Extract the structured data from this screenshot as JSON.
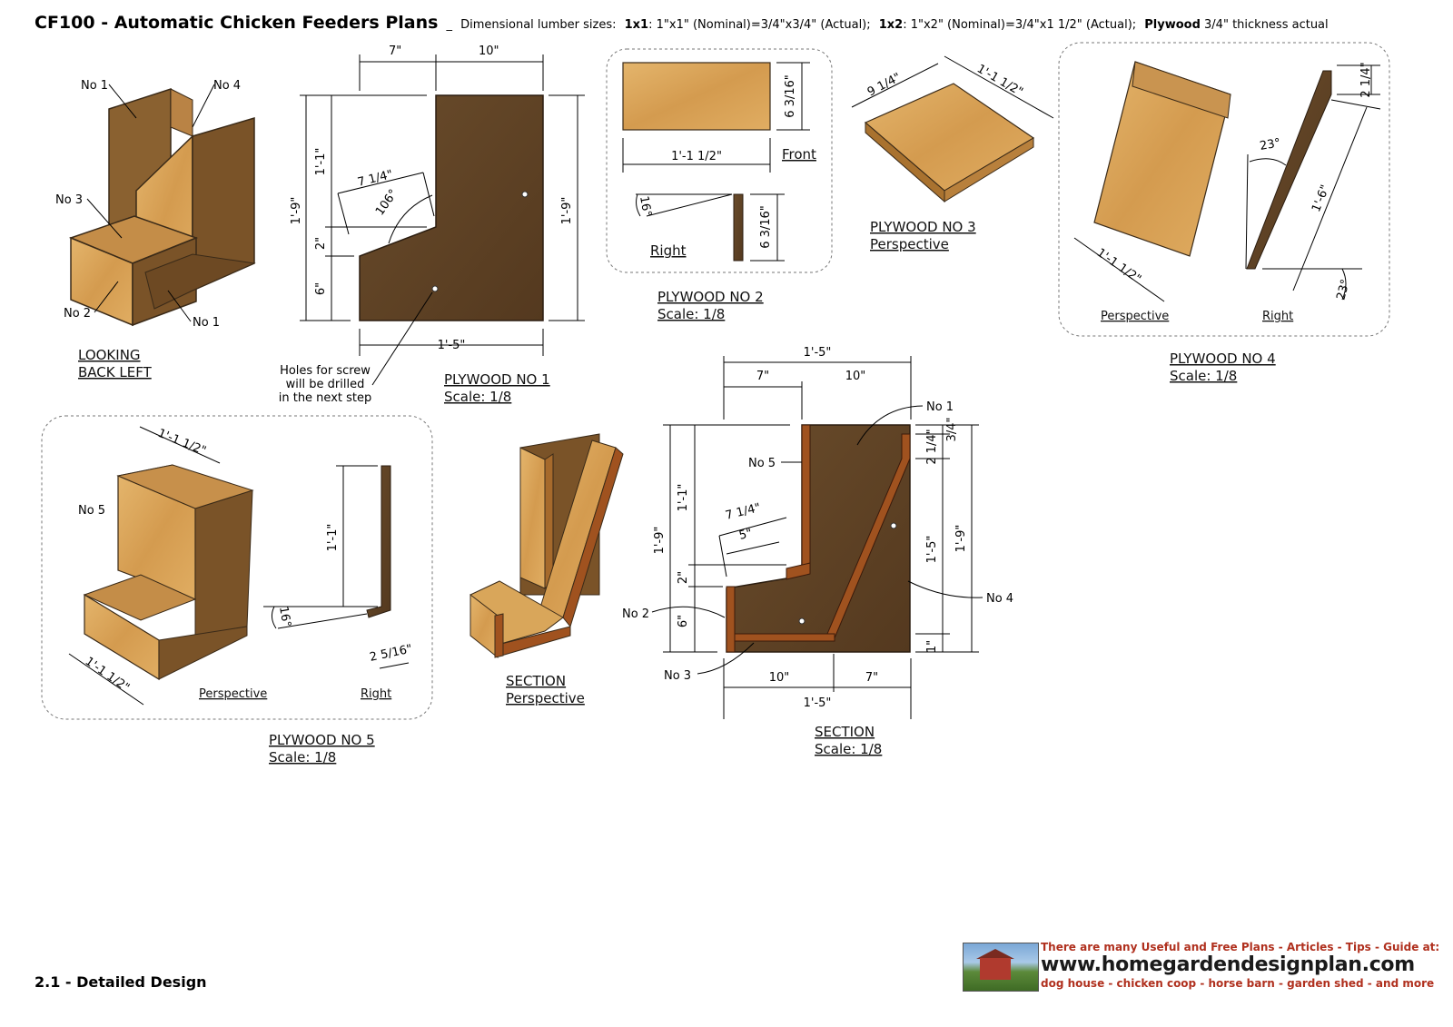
{
  "header": {
    "title": "CF100 - Automatic Chicken Feeders Plans",
    "sep": "_",
    "lumber_prefix": "Dimensional lumber sizes:",
    "k1": "1x1",
    "v1": ": 1\"x1\" (Nominal)=3/4\"x3/4\" (Actual);",
    "k2": "1x2",
    "v2": ": 1\"x2\" (Nominal)=3/4\"x1 1/2\" (Actual);",
    "k3": "Plywood",
    "v3": "3/4\" thickness actual"
  },
  "views": {
    "looking_back_left": {
      "caption1": "LOOKING",
      "caption2": "BACK LEFT",
      "labels": [
        "No 1",
        "No 4",
        "No 3",
        "No 2",
        "No 1"
      ]
    },
    "plywood1": {
      "caption": "PLYWOOD NO 1",
      "scale": "Scale: 1/8",
      "dims": [
        "7\"",
        "10\"",
        "1'-1\"",
        "1'-9\"",
        "2\"",
        "6\"",
        "7 1/4\"",
        "106°",
        "1'-9\"",
        "1'-5\""
      ],
      "note1": "Holes for screw",
      "note2": "will be drilled",
      "note3": "in the next step"
    },
    "plywood2": {
      "caption": "PLYWOOD NO 2",
      "scale": "Scale: 1/8",
      "front": "Front",
      "right": "Right",
      "dims": [
        "6 3/16\"",
        "1'-1 1/2\"",
        "16°",
        "6 3/16\""
      ]
    },
    "plywood3": {
      "caption1": "PLYWOOD NO 3",
      "caption2": "Perspective",
      "dims": [
        "9 1/4\"",
        "1'-1 1/2\""
      ]
    },
    "plywood4": {
      "caption": "PLYWOOD NO 4",
      "scale": "Scale: 1/8",
      "perspective": "Perspective",
      "right": "Right",
      "dims": [
        "2 1/4\"",
        "23°",
        "1'-6\"",
        "1'-1 1/2\"",
        "23°"
      ]
    },
    "plywood5": {
      "caption": "PLYWOOD NO 5",
      "scale": "Scale: 1/8",
      "perspective": "Perspective",
      "right": "Right",
      "label": "No 5",
      "dims": [
        "1'-1 1/2\"",
        "1'-1 1/2\"",
        "1'-1\"",
        "16°",
        "2 5/16\""
      ]
    },
    "section_persp": {
      "caption1": "SECTION",
      "caption2": "Perspective"
    },
    "section": {
      "caption": "SECTION",
      "scale": "Scale: 1/8",
      "labels": [
        "No 1",
        "No 5",
        "No 4",
        "No 2",
        "No 3"
      ],
      "dims": [
        "1'-5\"",
        "7\"",
        "10\"",
        "1'-1\"",
        "1'-9\"",
        "7 1/4\"",
        "5\"",
        "2\"",
        "6\"",
        "2 1/4\"",
        "3/4\"",
        "1'-5\"",
        "1'-9\"",
        "1\"",
        "10\"",
        "7\"",
        "1'-5\""
      ]
    }
  },
  "footer": {
    "page": "2.1 - Detailed Design"
  },
  "banner": {
    "line1": "There are many Useful and Free Plans - Articles - Tips - Guide at:",
    "url": "www.homegardendesignplan.com",
    "line3": "dog house - chicken coop - horse barn - garden shed - and more"
  },
  "colors": {
    "wood_light": "#d9a65a",
    "wood_dark": "#5c4325",
    "wood_mid": "#9a6a35",
    "accent": "#b0301e"
  }
}
